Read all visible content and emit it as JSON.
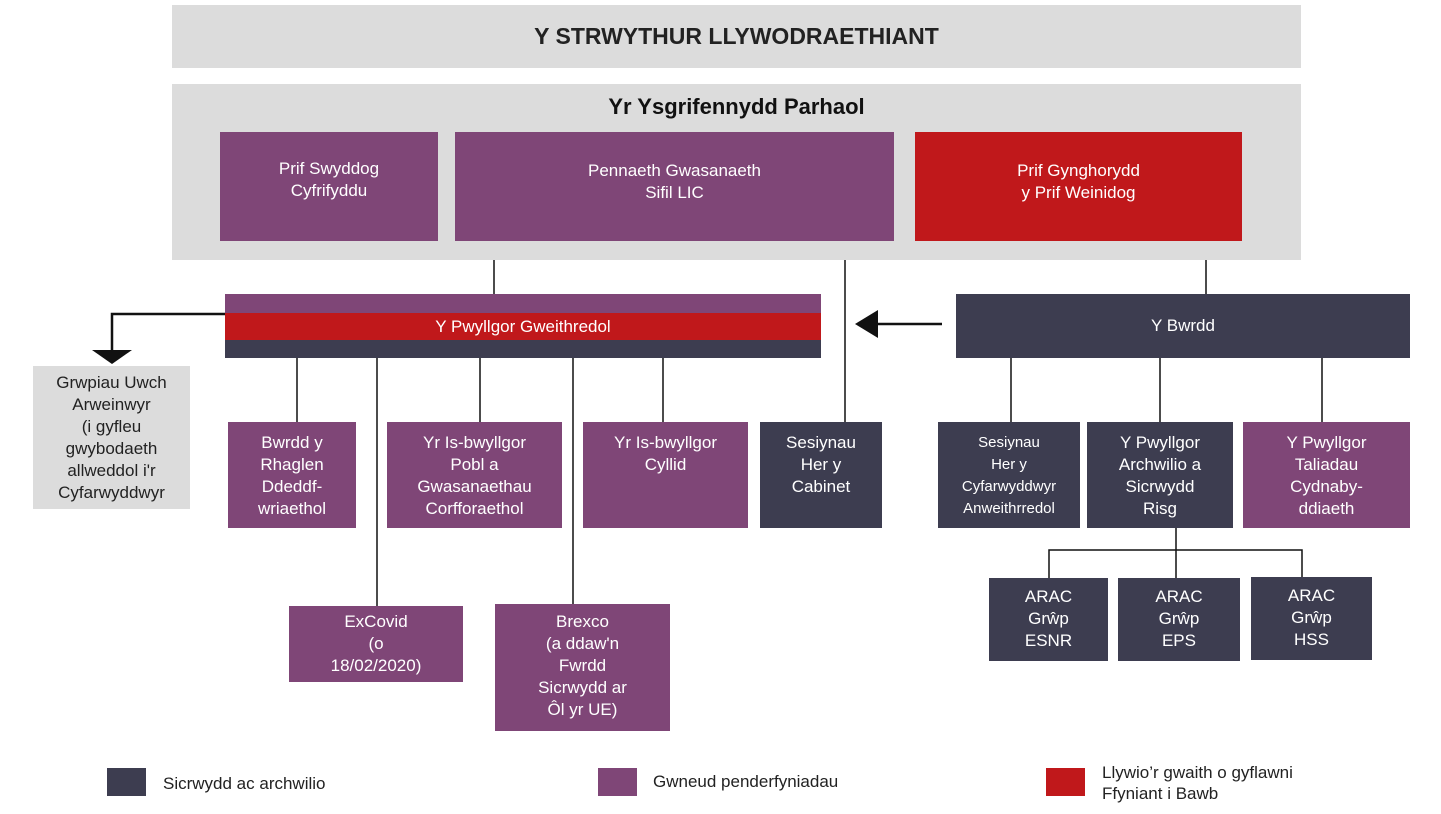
{
  "title": "Y STRWYTHUR LLYWODRAETHIANT",
  "top_heading": "Yr Ysgrifennydd Parhaol",
  "top_boxes": [
    {
      "label": "Prif Swyddog\nCyfrifyddu"
    },
    {
      "label": "Pennaeth Gwasanaeth\nSifil LIC"
    },
    {
      "label": "Prif Gynghorydd\ny Prif Weinidog"
    }
  ],
  "executive": "Y Pwyllgor Gweithredol",
  "board": "Y Bwrdd",
  "senior_groups": "Grwpiau Uwch\nArweinwyr\n(i gyfleu\ngwybodaeth\nallweddol i'r\nCyfarwyddwyr",
  "sub_boxes": [
    "Bwrdd y\nRhaglen\nDdeddf-\nwriaethol",
    "Yr Is-bwyllgor\nPobl a\nGwasanaethau\nCorfforaethol",
    "Yr Is-bwyllgor\nCyllid",
    "Sesiynau\nHer y\nCabinet",
    "Sesiynau\nHer y\nCyfarwyddwyr\nAnweithrredol",
    "Y Pwyllgor\nArchwilio a\nSicrwydd\nRisg",
    "Y Pwyllgor\nTaliadau\nCydnaby-\nddiaeth"
  ],
  "excovid": "ExCovid\n(o\n18/02/2020)",
  "brexco": "Brexco\n(a ddaw'n\nFwrdd\nSicrwydd ar\nÔl yr UE)",
  "arac": [
    "ARAC\nGrŵp\nESNR",
    "ARAC\nGrŵp\nEPS",
    "ARAC\nGrŵp\nHSS"
  ],
  "legend": [
    {
      "label": "Sicrwydd ac archwilio",
      "color": "#3d3d50"
    },
    {
      "label": "Gwneud penderfyniadau",
      "color": "#7f4677"
    },
    {
      "label": "Llywio’r gwaith o gyflawni\nFfyniant i Bawb",
      "color": "#c0181b"
    }
  ]
}
